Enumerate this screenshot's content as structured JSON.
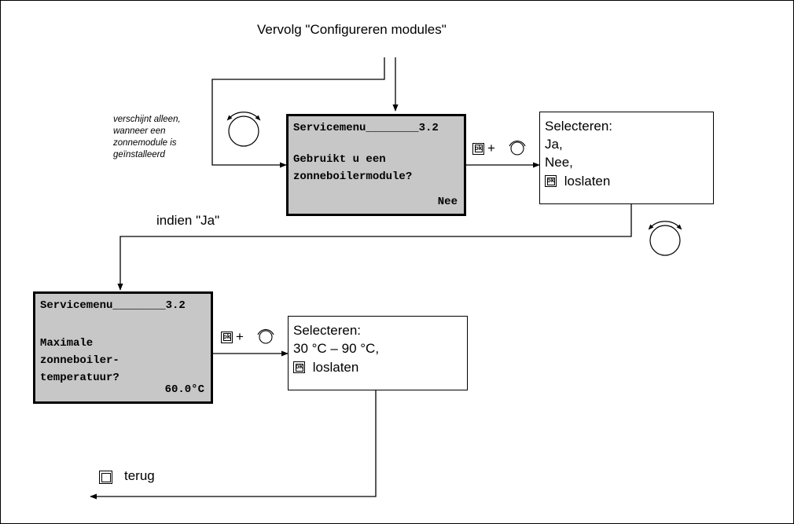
{
  "title": "Vervolg \"Configureren modules\"",
  "note_lines": [
    "verschijnt alleen,",
    "wanneer een",
    "zonnemodule is",
    "geïnstalleerd"
  ],
  "condition_label": "indien \"Ja\"",
  "display1": {
    "header": "Servicemenu________3.2",
    "question_lines": [
      "Gebruikt u een",
      "zonneboilermodule?"
    ],
    "value": "Nee"
  },
  "select1": {
    "title": "Selecteren:",
    "options": [
      "Ja,",
      "Nee,"
    ],
    "release_label": "loslaten"
  },
  "display2": {
    "header": "Servicemenu________3.2",
    "question_lines": [
      "Maximale",
      "zonneboiler-",
      "temperatuur?"
    ],
    "value": "60.0°C"
  },
  "select2": {
    "title": "Selecteren:",
    "range": "30 °C – 90 °C,",
    "release_label": "loslaten"
  },
  "keys": {
    "ok_label": "ok",
    "plus": "+"
  },
  "back_label": "terug",
  "colors": {
    "display_bg": "#c7c7c7",
    "line": "#000000"
  }
}
